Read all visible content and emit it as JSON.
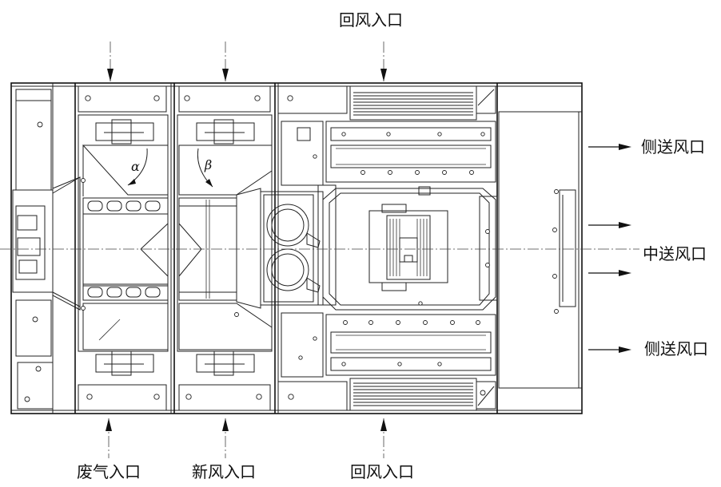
{
  "labels": {
    "top_return_air_inlet": "回风入口",
    "side_supply_outlet_top": "侧送风口",
    "center_supply_outlet": "中送风口",
    "side_supply_outlet_bottom": "侧送风口",
    "exhaust_air_inlet": "废气入口",
    "fresh_air_inlet": "新风入口",
    "bottom_return_air_inlet": "回风入口"
  },
  "angles": {
    "alpha": "α",
    "beta": "β"
  }
}
